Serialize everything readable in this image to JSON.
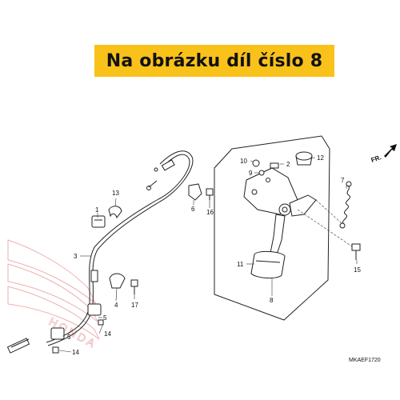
{
  "banner": {
    "text": "Na obrázku díl číslo 8",
    "color": "#f9c21b"
  },
  "direction_label": "FR.",
  "diagram_code": "MKAEF1720",
  "watermark": "HONDA",
  "callouts": [
    {
      "id": "c1",
      "label": "1"
    },
    {
      "id": "c2",
      "label": "2"
    },
    {
      "id": "c3",
      "label": "3"
    },
    {
      "id": "c4",
      "label": "4"
    },
    {
      "id": "c5a",
      "label": "5"
    },
    {
      "id": "c5b",
      "label": "5"
    },
    {
      "id": "c6",
      "label": "6"
    },
    {
      "id": "c7",
      "label": "7"
    },
    {
      "id": "c8",
      "label": "8"
    },
    {
      "id": "c9",
      "label": "9"
    },
    {
      "id": "c10",
      "label": "10"
    },
    {
      "id": "c11",
      "label": "11"
    },
    {
      "id": "c12",
      "label": "12"
    },
    {
      "id": "c13",
      "label": "13"
    },
    {
      "id": "c14a",
      "label": "14"
    },
    {
      "id": "c14b",
      "label": "14"
    },
    {
      "id": "c15",
      "label": "15"
    },
    {
      "id": "c16",
      "label": "16"
    },
    {
      "id": "c17",
      "label": "17"
    }
  ]
}
